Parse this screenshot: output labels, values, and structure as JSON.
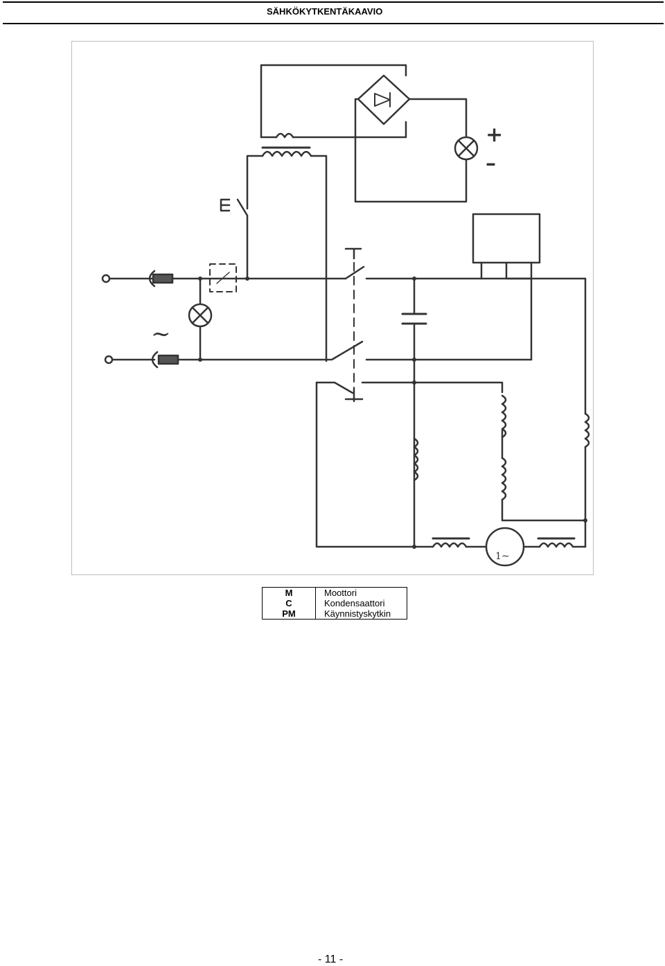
{
  "header": {
    "title": "SÄHKÖKYTKENTÄKAAVIO"
  },
  "diagram": {
    "symbols": {
      "dc_plus": "+",
      "dc_minus": "–",
      "ac": "~",
      "motor": "1~"
    }
  },
  "legend": {
    "items": [
      {
        "code": "M",
        "label": "Moottori"
      },
      {
        "code": "C",
        "label": "Kondensaattori"
      },
      {
        "code": "PM",
        "label": "Käynnistyskytkin"
      }
    ]
  },
  "footer": {
    "page_number": "- 11 -"
  }
}
